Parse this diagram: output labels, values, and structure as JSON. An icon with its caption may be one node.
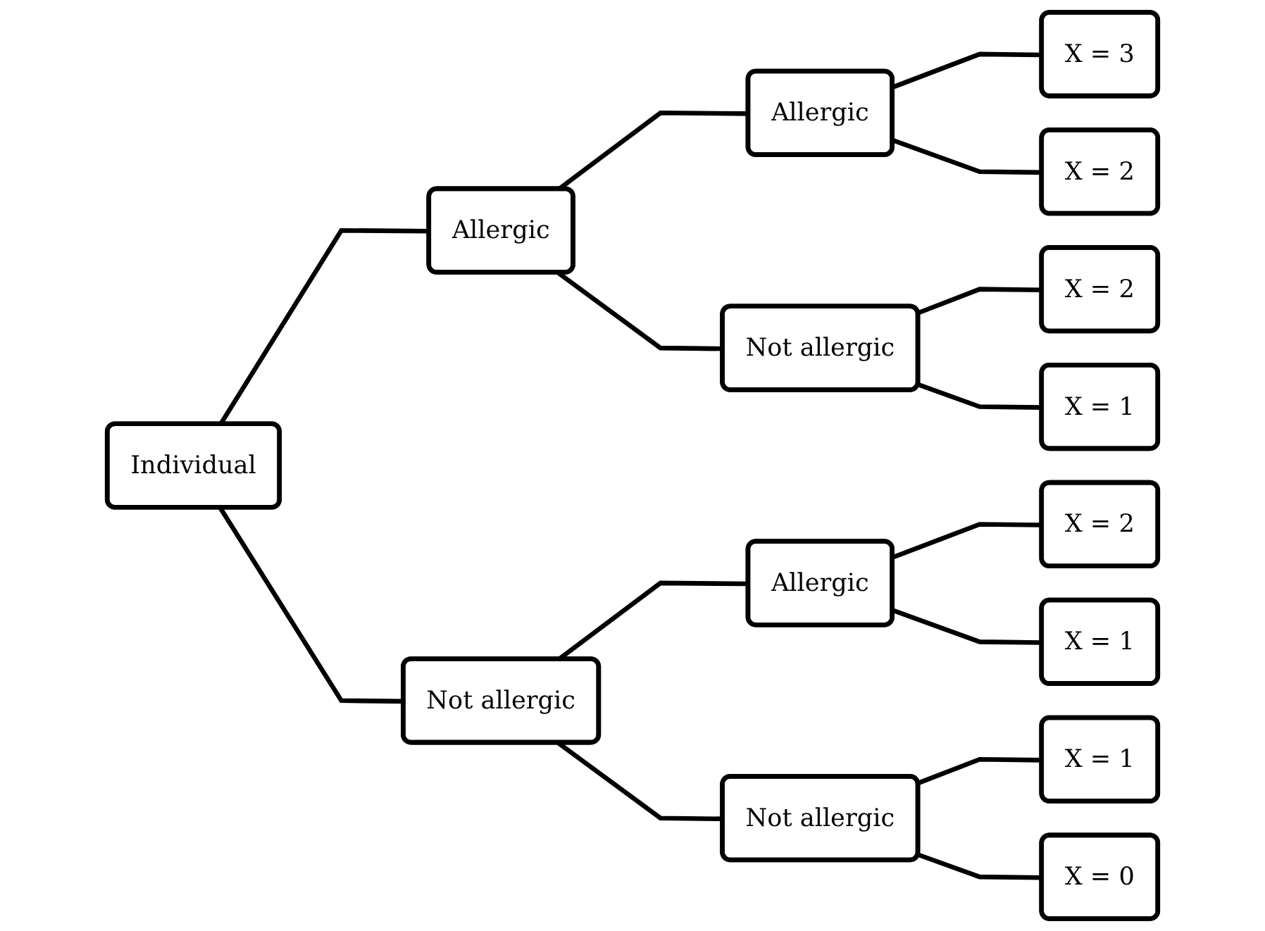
{
  "diagram": {
    "nodes": [
      {
        "text": [
          "Individual"
        ]
      },
      {
        "text": [
          "Allergic"
        ]
      },
      {
        "text": [
          "Allergic"
        ]
      },
      {
        "text": [
          "X = 3"
        ]
      },
      {
        "text": [
          "X = 2"
        ]
      },
      {
        "text": [
          "Not allergic"
        ]
      },
      {
        "text": [
          "X = 2"
        ]
      },
      {
        "text": [
          "X = 1"
        ]
      },
      {
        "text": [
          "Not allergic"
        ]
      },
      {
        "text": [
          "Allergic"
        ]
      },
      {
        "text": [
          "X = 2"
        ]
      },
      {
        "text": [
          "X = 1"
        ]
      },
      {
        "text": [
          "Not allergic"
        ]
      },
      {
        "text": [
          "X = 1"
        ]
      },
      {
        "text": [
          "X = 0"
        ]
      }
    ],
    "edges": [
      {
        "from": 0,
        "to": 1,
        "arrow": "none"
      },
      {
        "from": 1,
        "to": 2,
        "arrow": "none"
      },
      {
        "from": 2,
        "to": 3,
        "arrow": "none"
      },
      {
        "from": 2,
        "to": 4,
        "arrow": "none"
      },
      {
        "from": 1,
        "to": 5,
        "arrow": "none"
      },
      {
        "from": 5,
        "to": 6,
        "arrow": "none"
      },
      {
        "from": 5,
        "to": 7,
        "arrow": "none"
      },
      {
        "from": 0,
        "to": 8,
        "arrow": "none"
      },
      {
        "from": 8,
        "to": 9,
        "arrow": "none"
      },
      {
        "from": 9,
        "to": 10,
        "arrow": "none"
      },
      {
        "from": 9,
        "to": 11,
        "arrow": "none"
      },
      {
        "from": 8,
        "to": 12,
        "arrow": "none"
      },
      {
        "from": 12,
        "to": 13,
        "arrow": "none"
      },
      {
        "from": 12,
        "to": 14,
        "arrow": "none"
      }
    ]
  }
}
